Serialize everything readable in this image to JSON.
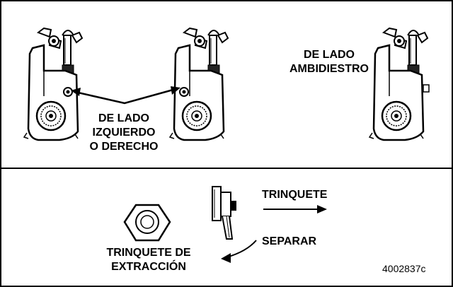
{
  "labels": {
    "left_or_right_line1": "DE LADO",
    "left_or_right_line2": "IZQUIERDO",
    "left_or_right_line3": "O DERECHO",
    "ambidextrous_line1": "DE LADO",
    "ambidextrous_line2": "AMBIDIESTRO",
    "ratchet": "TRINQUETE",
    "separate": "SEPARAR",
    "pull_ratchet_line1": "TRINQUETE DE",
    "pull_ratchet_line2": "EXTRACCIÓN"
  },
  "figure_number": "4002837c"
}
